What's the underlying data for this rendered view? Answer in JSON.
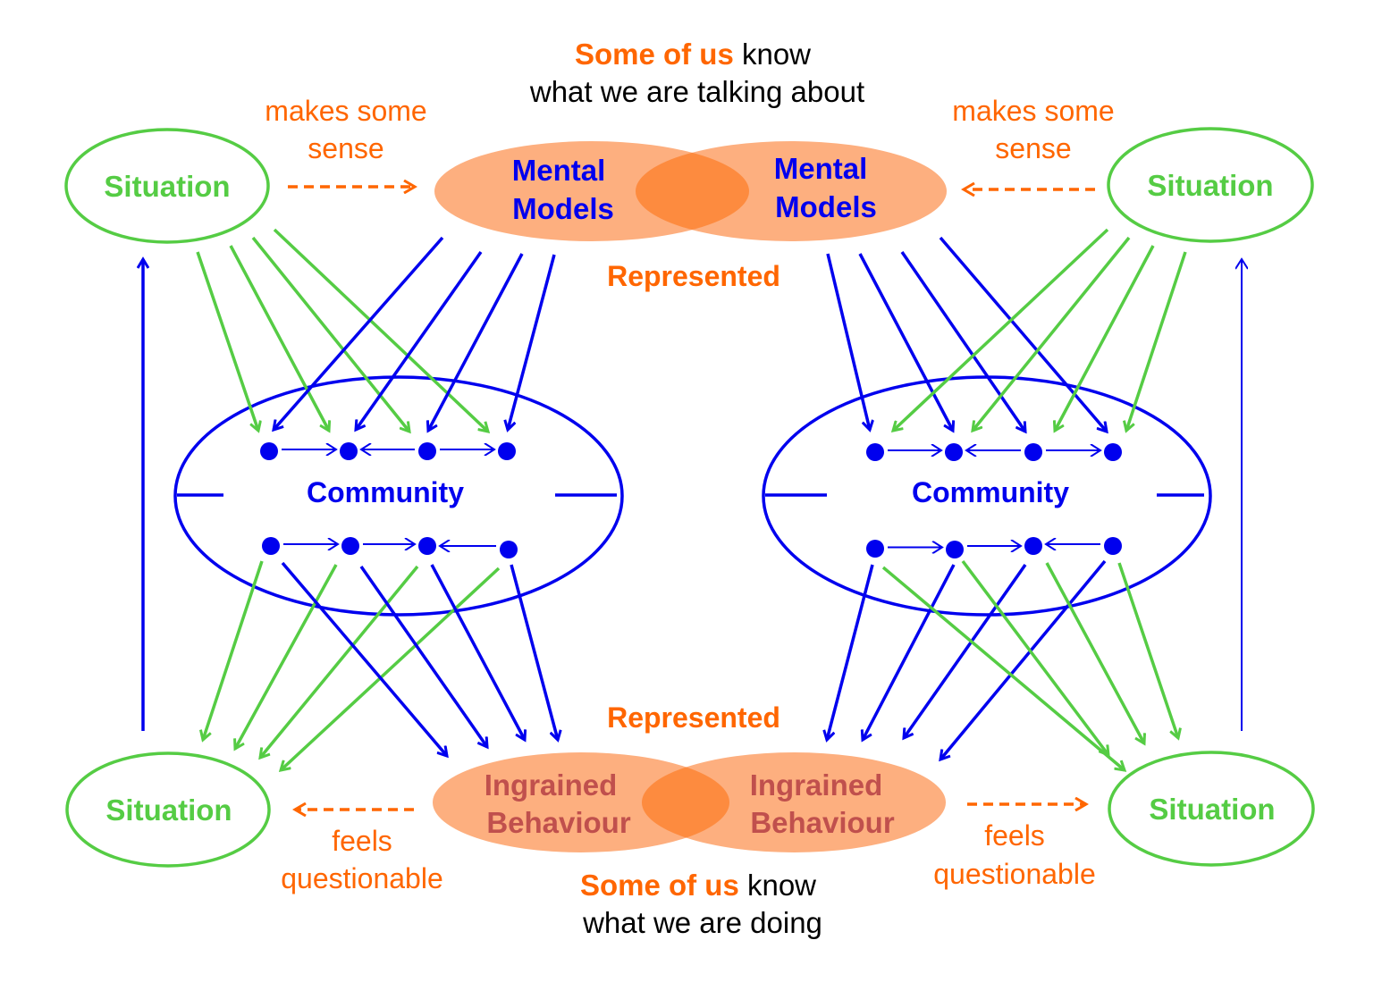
{
  "colors": {
    "orange_text": "#ff6600",
    "blob_fill": "#fdaf7f",
    "blob_overlap": "#fd8b3f",
    "situation_green": "#55cc44",
    "arrow_green": "#55cc55",
    "community_blue": "#0000ee",
    "behaviour_text": "#c0504d",
    "black": "#000000"
  },
  "top_caption": {
    "emphasis": "Some of us",
    "rest": " know",
    "line2": "what we are talking about"
  },
  "bottom_caption": {
    "emphasis": "Some of us",
    "rest": " know",
    "line2": "what we are doing"
  },
  "represented_top": "Represented",
  "represented_bottom": "Represented",
  "mental_models": {
    "left": [
      "Mental",
      "Models"
    ],
    "right": [
      "Mental",
      "Models"
    ]
  },
  "ingrained_behaviour": {
    "left": [
      "Ingrained",
      "Behaviour"
    ],
    "right": [
      "Ingrained",
      "Behaviour"
    ]
  },
  "situations": {
    "top_left": "Situation",
    "top_right": "Situation",
    "bottom_left": "Situation",
    "bottom_right": "Situation"
  },
  "makes_sense": {
    "left": [
      "makes some",
      "sense"
    ],
    "right": [
      "makes some",
      "sense"
    ]
  },
  "feels_questionable": {
    "left": [
      "feels",
      "questionable"
    ],
    "right": [
      "feels",
      "questionable"
    ]
  },
  "community": {
    "left": "Community",
    "right": "Community"
  },
  "graph": {
    "community_left_top_row_links": [
      {
        "from": 0,
        "to": 1
      },
      {
        "from": 2,
        "to": 1
      },
      {
        "from": 2,
        "to": 3
      }
    ],
    "community_left_bottom_row_links": [
      {
        "from": 0,
        "to": 1
      },
      {
        "from": 1,
        "to": 2
      },
      {
        "from": 3,
        "to": 2
      }
    ],
    "community_right_top_row_links": [
      {
        "from": 0,
        "to": 1
      },
      {
        "from": 2,
        "to": 1
      },
      {
        "from": 2,
        "to": 3
      }
    ],
    "community_right_bottom_row_links": [
      {
        "from": 0,
        "to": 1
      },
      {
        "from": 1,
        "to": 2
      },
      {
        "from": 3,
        "to": 2
      }
    ]
  }
}
